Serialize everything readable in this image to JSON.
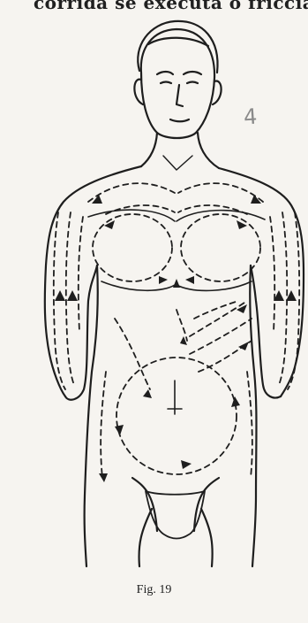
{
  "page": {
    "top_text": "corrida se executa o friccia",
    "handwritten_number": "4",
    "figure_caption": "Fig. 19"
  }
}
